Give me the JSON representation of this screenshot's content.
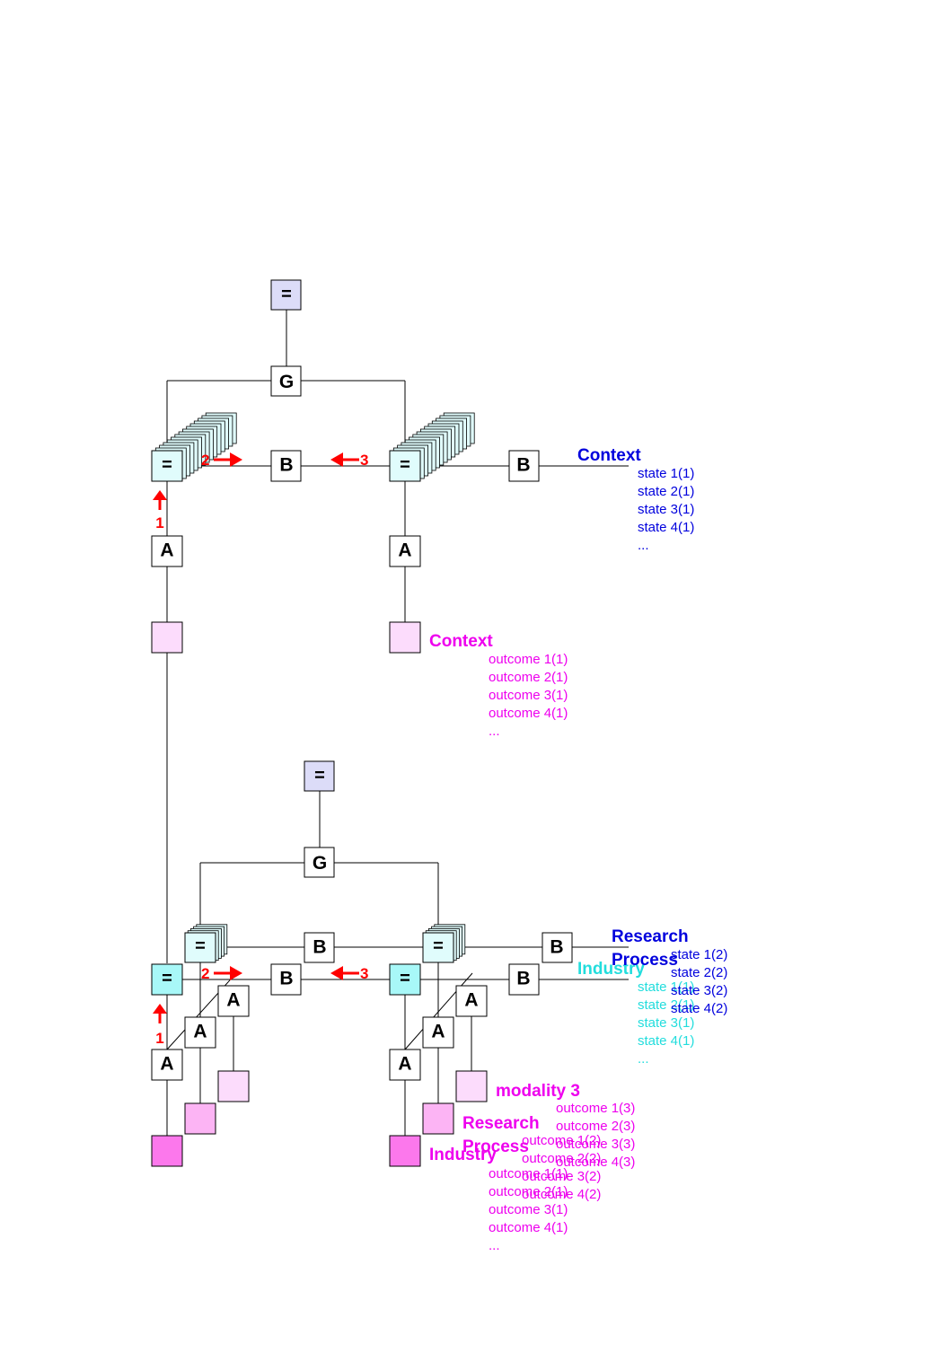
{
  "diagram": {
    "box_labels": {
      "equals": "=",
      "gate": "G",
      "b": "B",
      "a": "A"
    },
    "arrows": {
      "one": "1",
      "two": "2",
      "three": "3"
    },
    "top": {
      "state_context": {
        "title": "Context",
        "items": [
          "state 1(1)",
          "state 2(1)",
          "state 3(1)",
          "state 4(1)",
          "..."
        ]
      },
      "outcome_context": {
        "title": "Context",
        "items": [
          "outcome 1(1)",
          "outcome 2(1)",
          "outcome 3(1)",
          "outcome 4(1)",
          "..."
        ]
      }
    },
    "bottom": {
      "state_research": {
        "title_line1": "Research",
        "title_line2": "Process",
        "items": [
          "state 1(2)",
          "state 2(2)",
          "state 3(2)",
          "state 4(2)"
        ]
      },
      "state_industry": {
        "title": "Industry",
        "items": [
          "state 1(1)",
          "state 2(1)",
          "state 3(1)",
          "state 4(1)",
          "..."
        ]
      },
      "outcome_modality": {
        "title": "modality 3",
        "items": [
          "outcome 1(3)",
          "outcome 2(3)",
          "outcome 3(3)",
          "outcome 4(3)"
        ]
      },
      "outcome_research": {
        "title_line1": "Research",
        "title_line2": "Process",
        "items": [
          "outcome 1(2)",
          "outcome 2(2)",
          "outcome 3(2)",
          "outcome 4(2)"
        ]
      },
      "outcome_industry": {
        "title": "Industry",
        "items": [
          "outcome 1(1)",
          "outcome 2(1)",
          "outcome 3(1)",
          "outcome 4(1)",
          "..."
        ]
      }
    },
    "colors": {
      "lavender": "#dcdcf8",
      "light_cyan": "#e0fcfc",
      "cyan": "#a8f8f8",
      "pale_pink": "#fcdcfc",
      "mid_pink": "#fcb4f4",
      "strong_pink": "#fc78ec",
      "arrow_red": "#ff0000"
    }
  }
}
